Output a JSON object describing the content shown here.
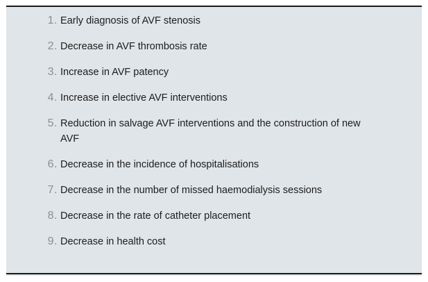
{
  "figure": {
    "background_color": "#e0e5e9",
    "rule_color": "#1a1a1a",
    "number_color": "#8a8f93",
    "text_color": "#1c1c1c"
  },
  "list": {
    "items": [
      {
        "number": "1.",
        "text": "Early diagnosis of AVF stenosis",
        "line2": ""
      },
      {
        "number": "2.",
        "text": "Decrease in AVF thrombosis rate",
        "line2": ""
      },
      {
        "number": "3.",
        "text": "Increase in AVF patency",
        "line2": ""
      },
      {
        "number": "4.",
        "text": "Increase in elective AVF interventions",
        "line2": ""
      },
      {
        "number": "5.",
        "text": "Reduction in salvage AVF interventions and the construction of new",
        "line2": "AVF"
      },
      {
        "number": "6.",
        "text": "Decrease in the incidence of hospitalisations",
        "line2": ""
      },
      {
        "number": "7.",
        "text": "Decrease in the number of missed haemodialysis sessions",
        "line2": ""
      },
      {
        "number": "8.",
        "text": "Decrease in the rate of catheter placement",
        "line2": ""
      },
      {
        "number": "9.",
        "text": "Decrease in health cost",
        "line2": ""
      }
    ]
  }
}
